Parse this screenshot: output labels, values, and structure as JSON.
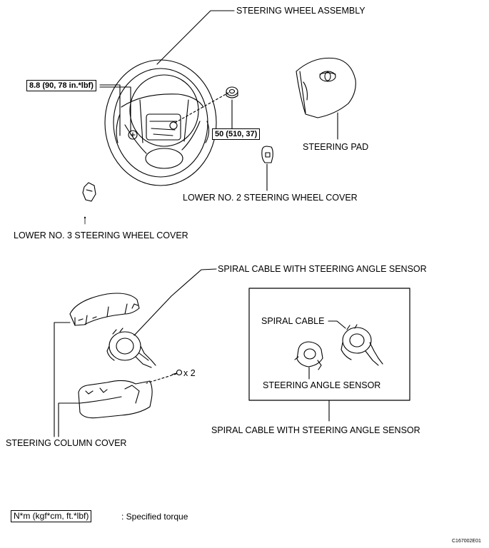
{
  "labels": {
    "steering_wheel_assembly": "STEERING WHEEL ASSEMBLY",
    "steering_pad": "STEERING PAD",
    "lower_no2_cover": "LOWER NO. 2 STEERING WHEEL COVER",
    "lower_no3_cover": "LOWER NO. 3 STEERING WHEEL COVER",
    "spiral_cable_with_sensor_top": "SPIRAL CABLE WITH STEERING ANGLE SENSOR",
    "spiral_cable": "SPIRAL CABLE",
    "steering_angle_sensor": "STEERING ANGLE SENSOR",
    "spiral_cable_with_sensor_bottom": "SPIRAL CABLE WITH STEERING ANGLE SENSOR",
    "steering_column_cover": "STEERING COLUMN COVER",
    "screw_qty": "x 2"
  },
  "torques": {
    "wheel_bolt": "8.8 (90, 78 in.*lbf)",
    "nut": "50 (510, 37)"
  },
  "legend": {
    "unit": "N*m (kgf*cm, ft.*lbf)",
    "meaning": ": Specified torque"
  },
  "figure_code": "C167002E01"
}
